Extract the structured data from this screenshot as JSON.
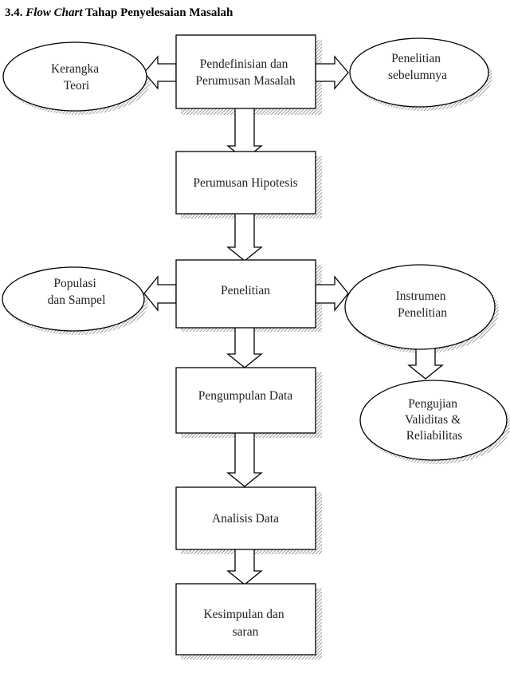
{
  "heading": {
    "number": "3.4.",
    "italic": "Flow Chart",
    "rest": "Tahap Penyelesaian Masalah"
  },
  "nodes": {
    "kerangka_teori": [
      "Kerangka",
      "Teori"
    ],
    "pendefinisian": [
      "Pendefinisian dan",
      "Perumusan Masalah"
    ],
    "penelitian_sebelumnya": [
      "Penelitian",
      "sebelumnya"
    ],
    "perumusan_hipotesis": [
      "Perumusan Hipotesis"
    ],
    "populasi_sampel": [
      "Populasi",
      "dan Sampel"
    ],
    "penelitian": [
      "Penelitian"
    ],
    "instrumen_penelitian": [
      "Instrumen",
      "Penelitian"
    ],
    "pengumpulan_data": [
      "Pengumpulan Data"
    ],
    "pengujian": [
      "Pengujian",
      "Validitas &",
      "Reliabilitas"
    ],
    "analisis_data": [
      "Analisis Data"
    ],
    "kesimpulan": [
      "Kesimpulan dan",
      "saran"
    ]
  },
  "colors": {
    "stroke": "#000000",
    "shadow": "#888888",
    "fill": "#ffffff",
    "text": "#222222"
  }
}
